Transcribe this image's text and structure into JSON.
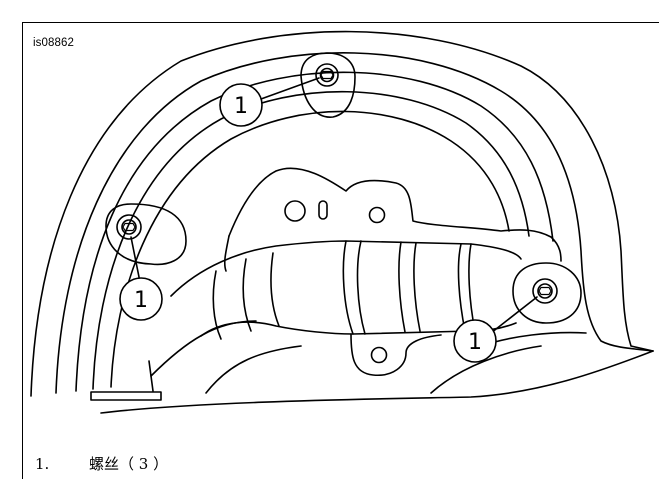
{
  "figure": {
    "id": "is08862",
    "callouts": [
      {
        "label": "1",
        "target": "upper-screw"
      },
      {
        "label": "1",
        "target": "left-screw"
      },
      {
        "label": "1",
        "target": "right-screw"
      }
    ]
  },
  "legend": {
    "items": [
      {
        "number": "1.",
        "text": "螺丝（ 3 ）"
      }
    ]
  }
}
